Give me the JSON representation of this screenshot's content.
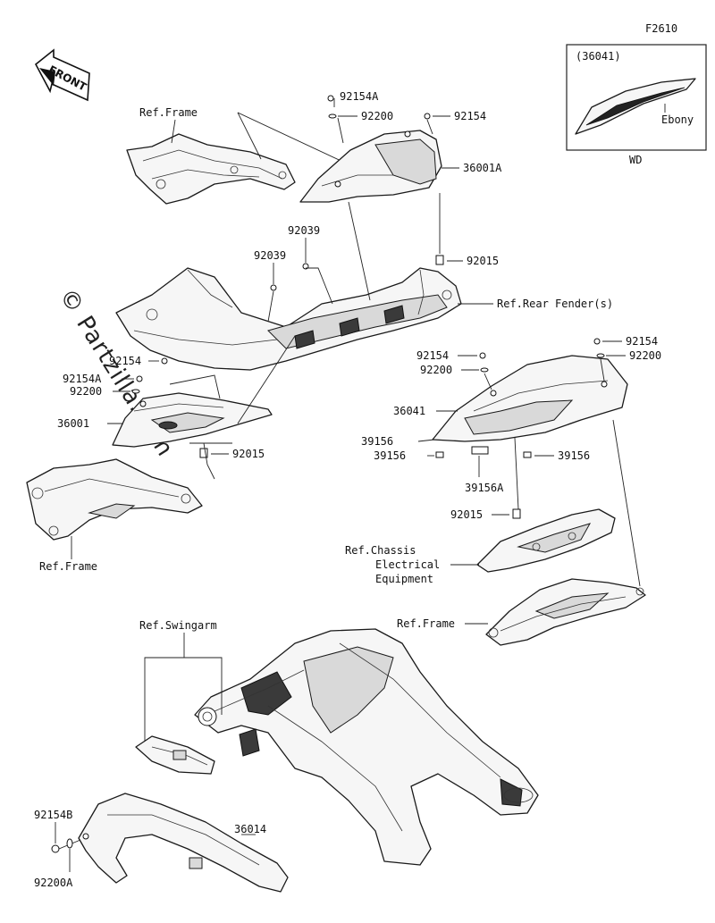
{
  "figure_code": "F2610",
  "front_arrow_text": "FRONT",
  "watermark": "© Partzilla.com",
  "inset": {
    "part_ref": "(36041)",
    "color_label": "Ebony",
    "variant": "WD"
  },
  "labels": {
    "ref_frame_top": "Ref.Frame",
    "ref_frame_left": "Ref.Frame",
    "ref_frame_right": "Ref.Frame",
    "ref_rear_fender": "Ref.Rear Fender(s)",
    "ref_chassis_1": "Ref.Chassis",
    "ref_chassis_2": "Electrical",
    "ref_chassis_3": "Equipment",
    "ref_swingarm": "Ref.Swingarm",
    "p92154A_top": "92154A",
    "p92200_top": "92200",
    "p92154_top": "92154",
    "p36001A": "36001A",
    "p92039_a": "92039",
    "p92039_b": "92039",
    "p92015_top": "92015",
    "p92154_left": "92154",
    "p92154A_left": "92154A",
    "p92200_left": "92200",
    "p36001": "36001",
    "p92015_left": "92015",
    "p92154_mid": "92154",
    "p92200_mid": "92200",
    "p92154_right": "92154",
    "p92200_right": "92200",
    "p36041": "36041",
    "p39156_a": "39156",
    "p39156_b": "39156",
    "p39156_c": "39156",
    "p39156A": "39156A",
    "p92015_mid": "92015",
    "p92154B": "92154B",
    "p92200A": "92200A",
    "p36014": "36014"
  }
}
